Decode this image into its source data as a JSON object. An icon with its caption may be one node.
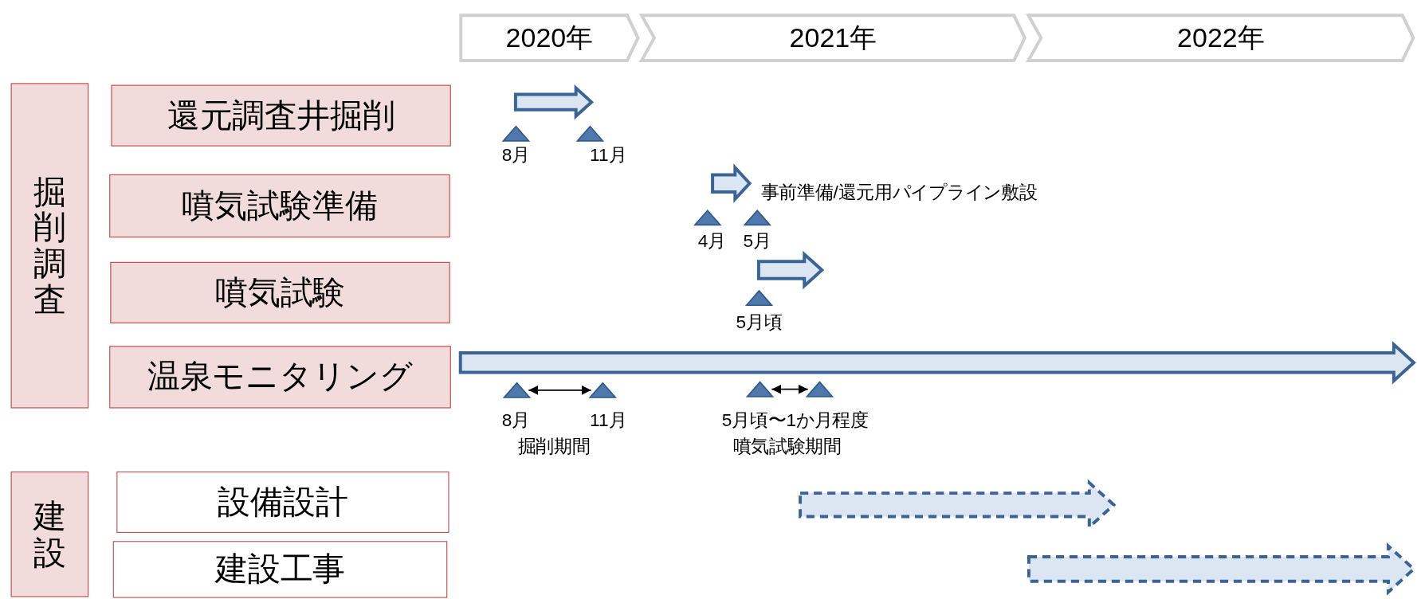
{
  "diagram": {
    "nodes": [
      {
        "text": [
          "2020年"
        ]
      },
      {
        "text": [
          "2021年"
        ]
      },
      {
        "text": [
          "2022年"
        ]
      },
      {
        "text": [
          "掘削調査"
        ]
      },
      {
        "text": [
          "還元調査井掘削"
        ]
      },
      {
        "text": [
          "噴気試験準備"
        ]
      },
      {
        "text": [
          "噴気試験"
        ]
      },
      {
        "text": [
          "温泉モニタリング"
        ]
      },
      {
        "text": [
          "建設"
        ]
      },
      {
        "text": [
          "設備設計"
        ]
      },
      {
        "text": [
          "建設工事"
        ]
      },
      {
        "text": [],
        "shape": "arrow"
      },
      {
        "text": [],
        "shape": "arrow",
        "beside": [
          "事前準備/還元用パイプライン敷設"
        ]
      },
      {
        "text": [],
        "shape": "arrow"
      },
      {
        "text": [],
        "shape": "arrow"
      },
      {
        "text": [],
        "shape": "arrow"
      },
      {
        "text": [],
        "shape": "arrow"
      },
      {
        "text": [],
        "shape": "triangle",
        "beside": [
          "8月"
        ]
      },
      {
        "text": [],
        "shape": "triangle",
        "beside": [
          "11月"
        ]
      },
      {
        "text": [],
        "shape": "triangle",
        "beside": [
          "4月"
        ]
      },
      {
        "text": [],
        "shape": "triangle",
        "beside": [
          "5月"
        ]
      },
      {
        "text": [],
        "shape": "triangle",
        "beside": [
          "5月頃"
        ]
      },
      {
        "text": [],
        "shape": "triangle",
        "beside": [
          "8月"
        ]
      },
      {
        "text": [],
        "shape": "triangle",
        "beside": [
          "11月"
        ]
      },
      {
        "text": [],
        "shape": "triangle"
      },
      {
        "text": [],
        "shape": "triangle"
      }
    ],
    "edges": [
      {
        "from": 22,
        "to": 23,
        "arrow": "both"
      },
      {
        "from": 24,
        "to": 25,
        "arrow": "both"
      }
    ],
    "labels": [
      "5月頃〜1か月程度",
      "掘削期間",
      "噴気試験期間"
    ]
  }
}
